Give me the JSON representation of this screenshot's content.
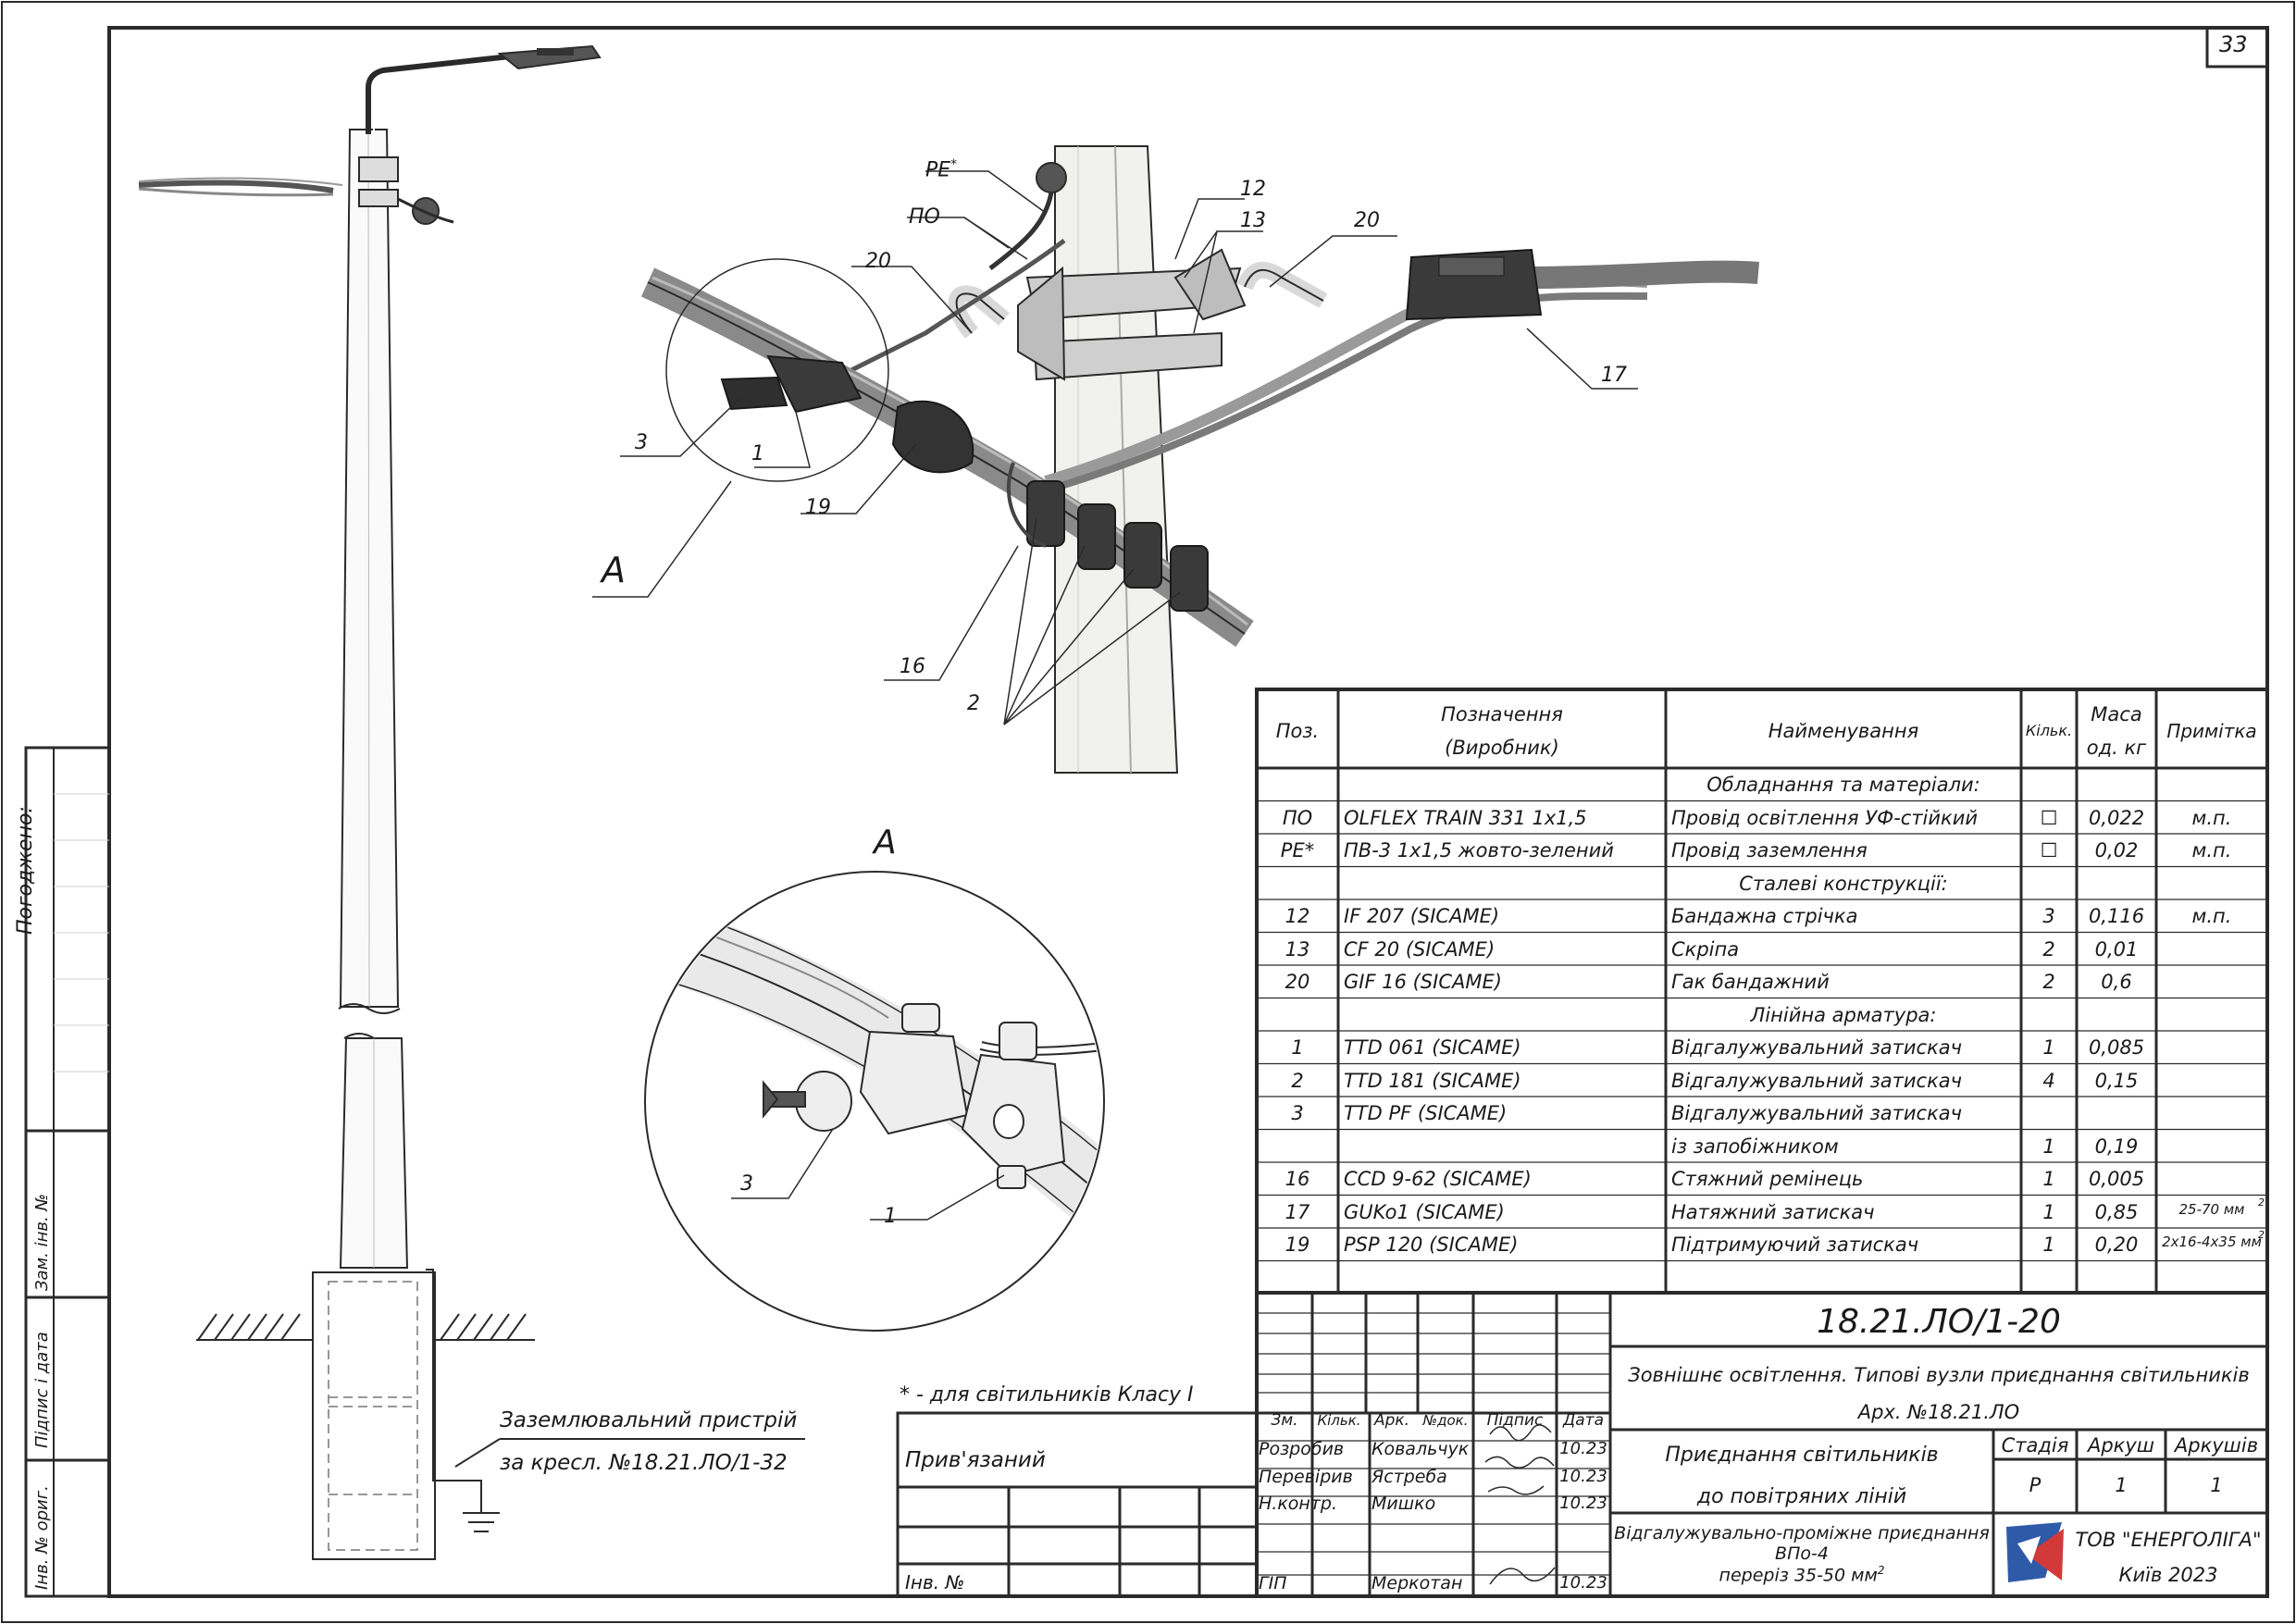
{
  "sheet_number": "33",
  "side_stamp": {
    "pogodzheno": "Погоджено:",
    "zam_inv": "Зам. інв. №",
    "pidpys_data": "Підпис і дата",
    "inv_orig": "Інв. № ориг."
  },
  "callouts": {
    "pe": "PE",
    "pe_star": "*",
    "po": "ПО",
    "c20a": "20",
    "c20b": "20",
    "c12": "12",
    "c13": "13",
    "c17": "17",
    "c3": "3",
    "c1": "1",
    "c19": "19",
    "cA": "А",
    "c16": "16",
    "c2": "2",
    "detail_A": "А",
    "detail_3": "3",
    "detail_1": "1"
  },
  "grounding_note": {
    "line1": "Заземлювальний пристрій",
    "line2": "за кресл. №18.21.ЛО/1-32"
  },
  "footnote": "* - для світильників Класу І",
  "spec_table": {
    "headers": {
      "pos": "Поз.",
      "designation_1": "Позначення",
      "designation_2": "(Виробник)",
      "name": "Найменування",
      "qty": "Кільк.",
      "mass_1": "Маса",
      "mass_2": "од. кг",
      "note": "Примітка"
    },
    "rows": [
      {
        "pos": "",
        "des": "",
        "name": "Обладнання та матеріали:",
        "qty": "",
        "mass": "",
        "note": "",
        "sup": "",
        "section": true
      },
      {
        "pos": "ПО",
        "des": "OLFLEX TRAIN 331 1x1,5",
        "name": "Провід освітлення УФ-стійкий",
        "qty": "☐",
        "mass": "0,022",
        "note": "м.п.",
        "sup": ""
      },
      {
        "pos": "PE*",
        "des": "ПВ-3 1х1,5 жовто-зелений",
        "name": "Провід заземлення",
        "qty": "☐",
        "mass": "0,02",
        "note": "м.п.",
        "sup": ""
      },
      {
        "pos": "",
        "des": "",
        "name": "Сталеві конструкції:",
        "qty": "",
        "mass": "",
        "note": "",
        "sup": "",
        "section": true
      },
      {
        "pos": "12",
        "des": "IF 207  (SICAME)",
        "name": "Бандажна стрічка",
        "qty": "3",
        "mass": "0,116",
        "note": "м.п.",
        "sup": ""
      },
      {
        "pos": "13",
        "des": "CF 20  (SICAME)",
        "name": "Скріпа",
        "qty": "2",
        "mass": "0,01",
        "note": "",
        "sup": ""
      },
      {
        "pos": "20",
        "des": "GIF 16  (SICAME)",
        "name": "Гак бандажний",
        "qty": "2",
        "mass": "0,6",
        "note": "",
        "sup": ""
      },
      {
        "pos": "",
        "des": "",
        "name": "Лінійна арматура:",
        "qty": "",
        "mass": "",
        "note": "",
        "sup": "",
        "section": true
      },
      {
        "pos": "1",
        "des": "TTD 061  (SICAME)",
        "name": "Відгалужувальний затискач",
        "qty": "1",
        "mass": "0,085",
        "note": "",
        "sup": ""
      },
      {
        "pos": "2",
        "des": "TTD 181  (SICAME)",
        "name": "Відгалужувальний затискач",
        "qty": "4",
        "mass": "0,15",
        "note": "",
        "sup": ""
      },
      {
        "pos": "3",
        "des": "TTD PF  (SICAME)",
        "name": "Відгалужувальний затискач",
        "qty": "",
        "mass": "",
        "note": "",
        "sup": ""
      },
      {
        "pos": "",
        "des": "",
        "name": "із запобіжником",
        "qty": "1",
        "mass": "0,19",
        "note": "",
        "sup": ""
      },
      {
        "pos": "16",
        "des": "CCD 9-62  (SICAME)",
        "name": "Стяжний ремінець",
        "qty": "1",
        "mass": "0,005",
        "note": "",
        "sup": ""
      },
      {
        "pos": "17",
        "des": "GUKo1  (SICAME)",
        "name": "Натяжний затискач",
        "qty": "1",
        "mass": "0,85",
        "note": "25-70 мм",
        "sup": "2"
      },
      {
        "pos": "19",
        "des": "PSP 120  (SICAME)",
        "name": "Підтримуючий затискач",
        "qty": "1",
        "mass": "0,20",
        "note": "2х16-4х35 мм",
        "sup": "2"
      }
    ]
  },
  "title_block": {
    "doc_code": "18.21.ЛО/1-20",
    "project_line1": "Зовнішнє освітлення. Типові вузли приєднання світильників",
    "project_line2": "Арх. №18.21.ЛО",
    "col_headers": {
      "zm": "Зм.",
      "kilk": "Кільк.",
      "ark": "Арк.",
      "ndok": "№док.",
      "pidpys": "Підпис",
      "data": "Дата"
    },
    "people": [
      {
        "role": "Розробив",
        "name": "Ковальчук",
        "date": "10.23"
      },
      {
        "role": "Перевірив",
        "name": "Ястреба",
        "date": "10.23"
      },
      {
        "role": "Н.контр.",
        "name": "Мишко",
        "date": "10.23"
      },
      {
        "role": "ГІП",
        "name": "Меркотан",
        "date": "10.23"
      }
    ],
    "drawing_title_line1": "Приєднання світильників",
    "drawing_title_line2": "до повітряних ліній",
    "stage_label": "Стадія",
    "sheet_label": "Аркуш",
    "sheets_label": "Аркушів",
    "stage_value": "Р",
    "sheet_value": "1",
    "sheets_value": "1",
    "sheet_desc_line1": "Відгалужувально-проміжне приєднання",
    "sheet_desc_line2": "ВПо-4",
    "sheet_desc_line3": "переріз 35-50 мм",
    "sheet_desc_sup": "2",
    "company_line1": "ТОВ \"ЕНЕРГОЛІГА\"",
    "company_line2": "Київ 2023",
    "pryviazanyi": "Прив'язаний",
    "inv_no": "Інв. №"
  },
  "colors": {
    "line": "#2a2a2a",
    "pole": "#f2f2f0",
    "metal": "#7a7a7a",
    "dark": "#3a3a3a",
    "logo_blue": "#2f5aa8",
    "logo_red": "#d23a3a"
  }
}
